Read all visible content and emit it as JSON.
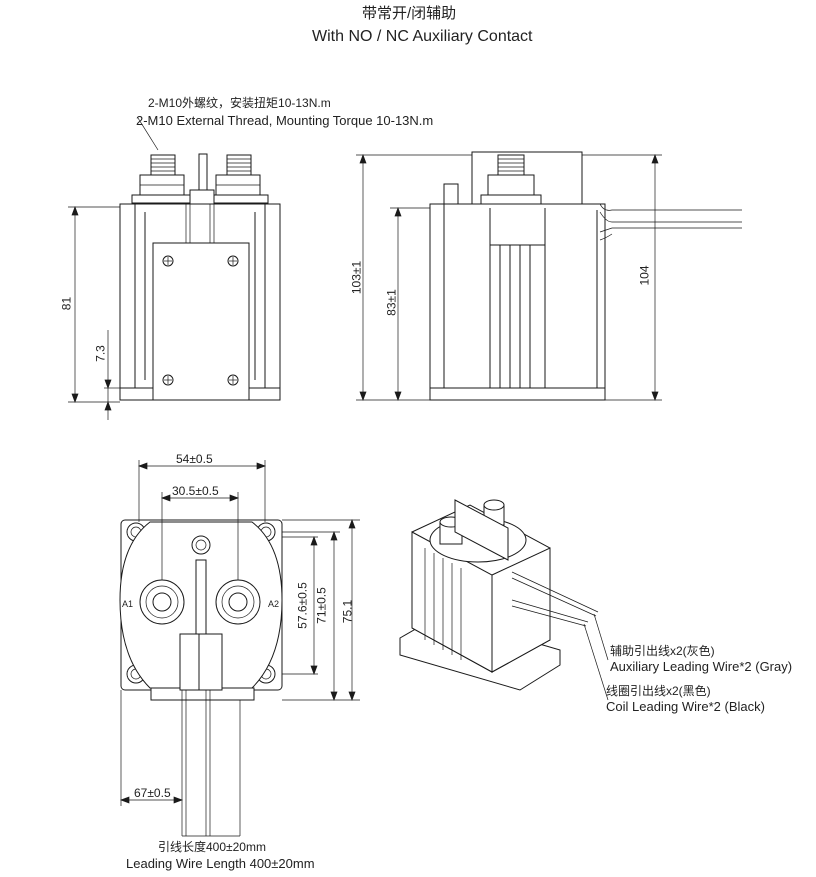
{
  "title": {
    "cn": "带常开/闭辅助",
    "en": "With NO / NC Auxiliary Contact"
  },
  "notes": {
    "thread_cn": "2-M10外螺纹，安装扭矩10-13N.m",
    "thread_en": "2-M10 External Thread, Mounting Torque 10-13N.m",
    "aux_wire_cn": "辅助引出线x2(灰色)",
    "aux_wire_en": "Auxiliary Leading Wire*2 (Gray)",
    "coil_wire_cn": "线圈引出线x2(黑色)",
    "coil_wire_en": "Coil Leading Wire*2 (Black)",
    "lead_len_cn": "引线长度400±20mm",
    "lead_len_en": "Leading Wire Length 400±20mm"
  },
  "dimensions": {
    "front_height": "81",
    "front_base": "7.3",
    "side_total": "103±1",
    "side_body": "83±1",
    "side_wire": "104",
    "top_width": "54±0.5",
    "top_terminal_pitch": "30.5±0.5",
    "top_inner": "57.6±0.5",
    "top_mid": "71±0.5",
    "top_total": "75.1",
    "top_offset": "67±0.5"
  },
  "terminal_labels": {
    "a1": "A1",
    "a2": "A2"
  }
}
